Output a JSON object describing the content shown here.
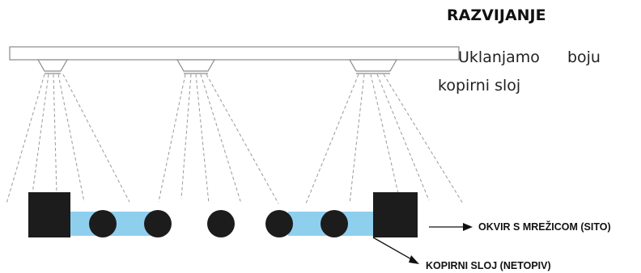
{
  "title": "RAZVIJANJE",
  "description": {
    "word1": "Uklanjamo",
    "word2": "boju",
    "line2": "kopirni sloj"
  },
  "labels": {
    "frame": "OKVIR S MREŽICOM (SITO)",
    "layer": "KOPIRNI SLOJ (NETOPIV)"
  },
  "colors": {
    "copy_layer": "#8fcfee",
    "frame": "#1c1c1c",
    "spray_line": "#9a9a9a"
  },
  "icons": {
    "spray_nozzle": "nozzle-icon",
    "arrow": "arrow-right-icon"
  }
}
